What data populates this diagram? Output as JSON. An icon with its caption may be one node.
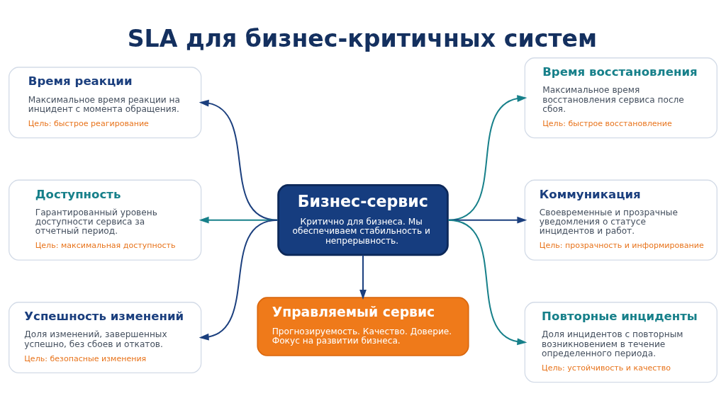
{
  "diagram": {
    "title": "SLA для бизнес-критичных систем",
    "nodes": [
      {
        "text": [
          "Бизнес-сервис",
          "Критично для бизнеса. Мы обеспечиваем стабильность и непрерывность."
        ]
      },
      {
        "text": [
          "Время реакции",
          "Максимальное время реакции на инцидент с момента обращения.",
          "Цель: быстрое реагирование"
        ]
      },
      {
        "text": [
          "Доступность",
          "Гарантированный уровень доступности сервиса за отчетный период.",
          "Цель: максимальная доступность"
        ]
      },
      {
        "text": [
          "Успешность изменений",
          "Доля изменений, завершенных успешно, без сбоев и откатов.",
          "Цель: безопасные изменения"
        ]
      },
      {
        "text": [
          "Время восстановления",
          "Максимальное время восстановления сервиса после сбоя.",
          "Цель: быстрое восстановление"
        ]
      },
      {
        "text": [
          "Коммуникация",
          "Своевременные и прозрачные уведомления о статусе инцидентов и работ.",
          "Цель: прозрачность и информирование"
        ]
      },
      {
        "text": [
          "Повторные инциденты",
          "Доля инцидентов с повторным возникновением в течение определенного периода.",
          "Цель: устойчивость и качество"
        ]
      },
      {
        "text": [
          "Управляемый сервис",
          "Прогнозируемость. Качество. Доверие. Фокус на развитии бизнеса."
        ]
      }
    ],
    "edges": [
      {
        "from": 0,
        "to": 1,
        "arrow": "to"
      },
      {
        "from": 0,
        "to": 2,
        "arrow": "to",
        "color": "#17808a"
      },
      {
        "from": 0,
        "to": 3,
        "arrow": "to"
      },
      {
        "from": 0,
        "to": 4,
        "arrow": "to",
        "color": "#17808a"
      },
      {
        "from": 0,
        "to": 5,
        "arrow": "to"
      },
      {
        "from": 0,
        "to": 6,
        "arrow": "to",
        "color": "#17808a"
      },
      {
        "from": 0,
        "to": 7,
        "arrow": "to"
      }
    ]
  }
}
